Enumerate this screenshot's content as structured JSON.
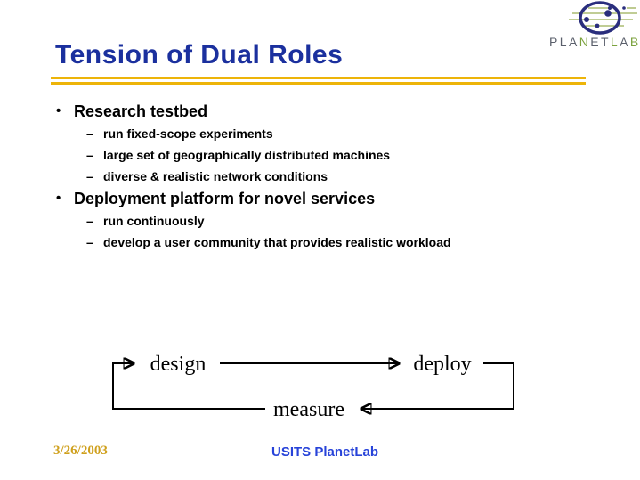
{
  "slide": {
    "title": "Tension of Dual Roles",
    "bullet_char": "•",
    "sub_bullet_char": "–",
    "footer": {
      "date": "3/26/2003",
      "label": "USITS PlanetLab"
    }
  },
  "logo": {
    "alt": "PlanetLab",
    "letters": [
      {
        "ch": "P",
        "green": false
      },
      {
        "ch": "L",
        "green": false
      },
      {
        "ch": "A",
        "green": false
      },
      {
        "ch": "N",
        "green": true
      },
      {
        "ch": "E",
        "green": false
      },
      {
        "ch": "T",
        "green": false
      },
      {
        "ch": "L",
        "green": true
      },
      {
        "ch": "A",
        "green": false
      },
      {
        "ch": "B",
        "green": true
      }
    ]
  },
  "bullets": [
    {
      "label": "Research testbed",
      "sub": [
        "run fixed-scope experiments",
        "large set of geographically distributed machines",
        "diverse & realistic network conditions"
      ]
    },
    {
      "label": "Deployment platform for novel services",
      "sub": [
        "run continuously",
        "develop a user community that provides realistic workload"
      ]
    }
  ],
  "diagram": {
    "nodes": [
      "design",
      "deploy",
      "measure"
    ]
  },
  "colors": {
    "title_blue": "#1b309e",
    "footer_blue": "#2743d9",
    "gold_line": "#edb409",
    "date_gold": "#cfa01d",
    "logo_navy": "#2a2e7d",
    "logo_green_line": "#9aaf56",
    "logo_letter_gray": "#5a5f6b",
    "logo_letter_green": "#7ca23e",
    "text_black": "#000000"
  }
}
